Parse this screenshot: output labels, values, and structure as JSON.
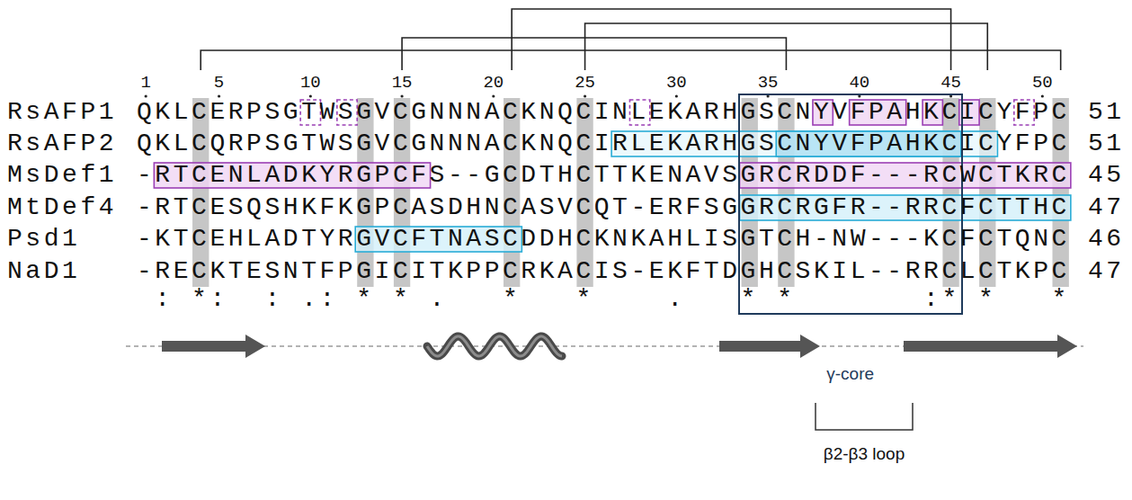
{
  "diagram": {
    "nodes": [
      {
        "text": [
          "γ-core"
        ]
      }
    ],
    "labels": [
      "1",
      "5",
      "10",
      "15",
      "20",
      "25",
      "30",
      "35",
      "40",
      "45",
      "50",
      "RsAFP1",
      "QKLCERPSGTWSGVCGNNNACKNQCINLEKARHGSCNYVFPAHKCICYFPC",
      "51",
      "RsAFP2",
      "QKLCQRPSGTWSGVCGNNNACKNQCIRLEKARHGSCNYVFPAHKCICYFPC",
      "51",
      "MsDef1",
      "-RTCENLADKYRGPCFS--GCDTHCTTKENAVSGRCRDDF---RCWCTKRC",
      "45",
      "MtDef4",
      "-RTCESQSHKFKGPCASDHNCASVCQT-ERFSGGRCRGFR--RRCFCTTHC",
      "47",
      "Psd1",
      "-KTCEHLADTYRGVCFTNASCDDHCKNKAHLISGTCH-NW---KCFCTQNC",
      "46",
      "NaD1",
      "-RECKTESNTFPGICITKPPCRKACIS-EKFTDGHCSKIL--RRCLCTKPC",
      "47",
      " : *:  : .: * * .   *   *    .   * *       :* *   *",
      "β2-β3 loop"
    ]
  }
}
